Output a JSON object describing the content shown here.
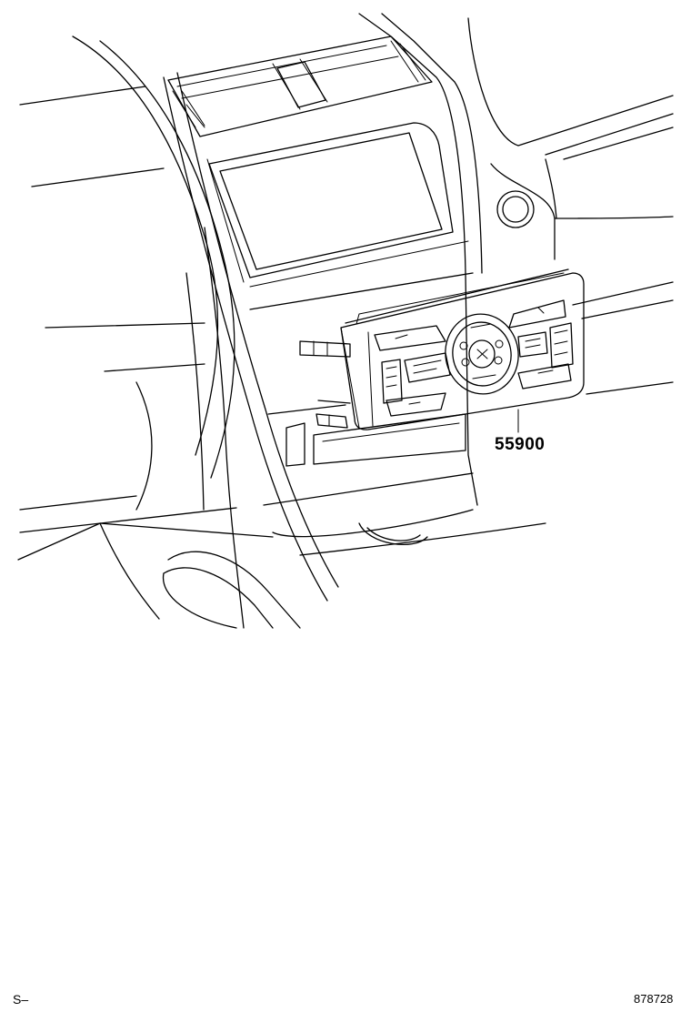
{
  "diagram": {
    "part_number": "55900",
    "footer_left": "S–",
    "footer_right": "878728"
  }
}
